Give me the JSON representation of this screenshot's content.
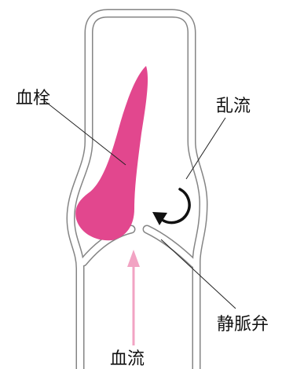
{
  "labels": {
    "clot": "血栓",
    "turbulence": "乱流",
    "valve": "静脈弁",
    "blood_flow": "血流"
  },
  "colors": {
    "clot": "#e2478e",
    "flow_arrow": "#f2a3c3",
    "vein_wall": "#858585",
    "turbulence_arrow": "#111111"
  },
  "icons": {
    "flow_arrow": "arrow-up-icon",
    "turbulence_arrow": "curved-arrow-icon"
  }
}
